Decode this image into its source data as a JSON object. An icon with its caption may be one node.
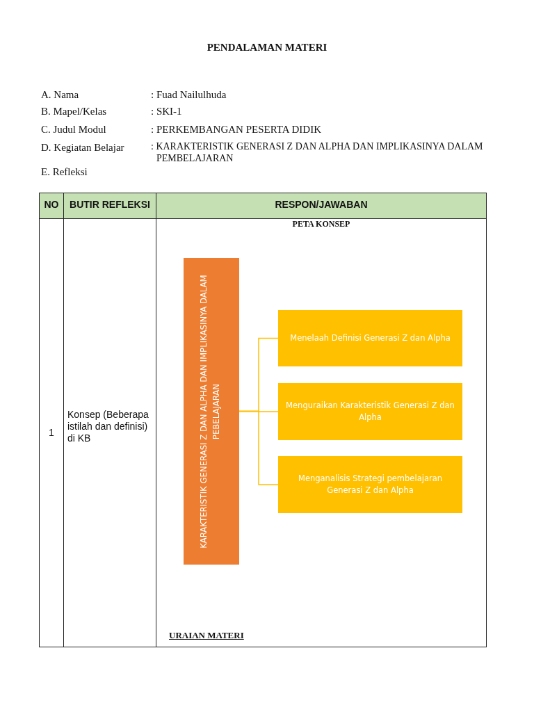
{
  "diagram": {
    "title": "PENDALAMAN MATERI",
    "nodes": [
      {
        "text": [
          "KARAKTERISTIK GENERASI Z DAN ALPHA DAN IMPLIKASINYA DALAM PEBELAJARAN"
        ]
      },
      {
        "text": [
          "Menelaah Definisi Generasi Z dan Alpha"
        ]
      },
      {
        "text": [
          "Menguraikan Karakteristik Generasi Z dan Alpha"
        ]
      },
      {
        "text": [
          "Menganalisis Strategi pembelajaran Generasi Z dan Alpha"
        ]
      }
    ],
    "edges": [
      {
        "from": 0,
        "to": 1,
        "arrow": "none"
      },
      {
        "from": 0,
        "to": 2,
        "arrow": "none"
      },
      {
        "from": 0,
        "to": 3,
        "arrow": "none"
      }
    ],
    "labels": [
      "A. Nama",
      ": Fuad Nailulhuda",
      "B. Mapel/Kelas",
      ": SKI-1",
      "C. Judul Modul",
      ": PERKEMBANGAN PESERTA DIDIK",
      "D. Kegiatan Belajar",
      ": KARAKTERISTIK GENERASI Z DAN ALPHA DAN IMPLIKASINYA DALAM PEMBELAJARAN",
      "E. Refleksi",
      "NO",
      "BUTIR REFLEKSI",
      "RESPON/JAWABAN",
      "1",
      "Konsep (Beberapa istilah dan definisi) di KB",
      "PETA KONSEP",
      "URAIAN MATERI"
    ]
  }
}
